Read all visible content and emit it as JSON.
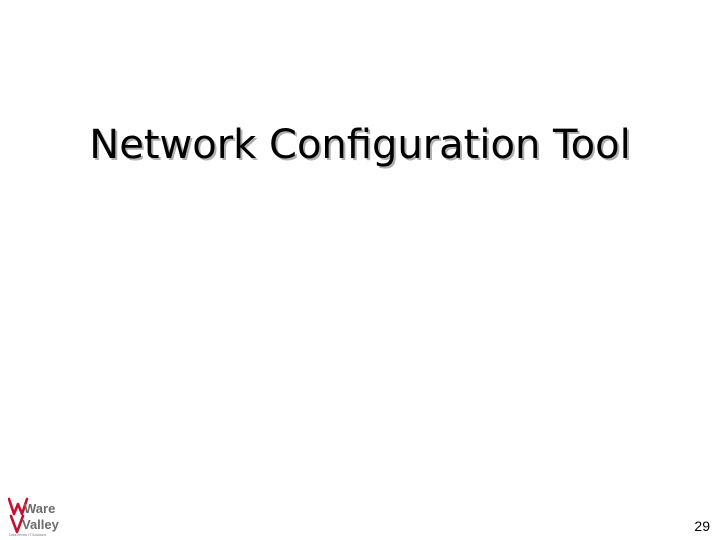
{
  "slide": {
    "title": "Network Configuration Tool",
    "page_number": "29"
  },
  "logo": {
    "line1": "Ware",
    "line2": "Valley",
    "tagline": "Data-centric IT Solutions",
    "accent_color": "#c8102e",
    "text_color": "#6b6b6b"
  }
}
